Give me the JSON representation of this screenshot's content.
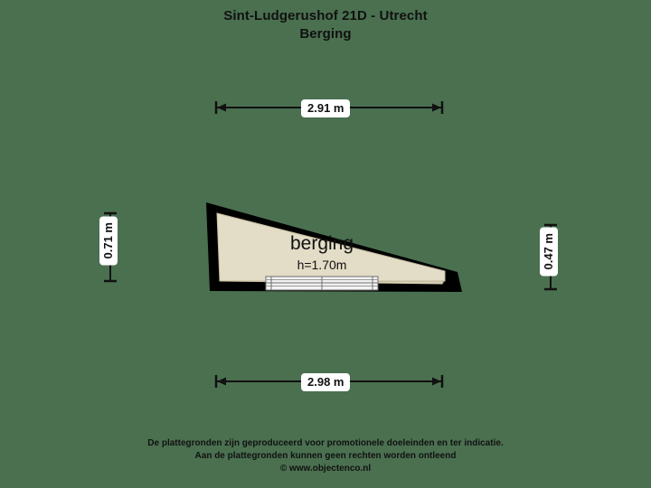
{
  "background_color": "#4a7050",
  "title": {
    "line1": "Sint-Ludgerushof 21D - Utrecht",
    "line2": "Berging"
  },
  "floorplan": {
    "room_label": "berging",
    "room_height_label": "h=1.70m",
    "wall_color": "#000000",
    "floor_color": "#e3dcc6",
    "door_element": "sliding-door"
  },
  "dimensions": {
    "top": "2.91 m",
    "bottom": "2.98 m",
    "left": "0.71 m",
    "right": "0.47 m"
  },
  "footer": {
    "line1": "De plattegronden zijn geproduceerd voor promotionele doeleinden en ter indicatie.",
    "line2": "Aan de plattegronden kunnen geen rechten worden ontleend",
    "line3": "© www.objectenco.nl"
  },
  "chart_data": {
    "type": "table",
    "title": "Sint-Ludgerushof 21D - Utrecht — Berging",
    "categories": [
      "top width",
      "bottom width",
      "left height",
      "right height",
      "ceiling height"
    ],
    "values": [
      2.91,
      2.98,
      0.71,
      0.47,
      1.7
    ],
    "units": "m",
    "xlabel": "",
    "ylabel": ""
  }
}
